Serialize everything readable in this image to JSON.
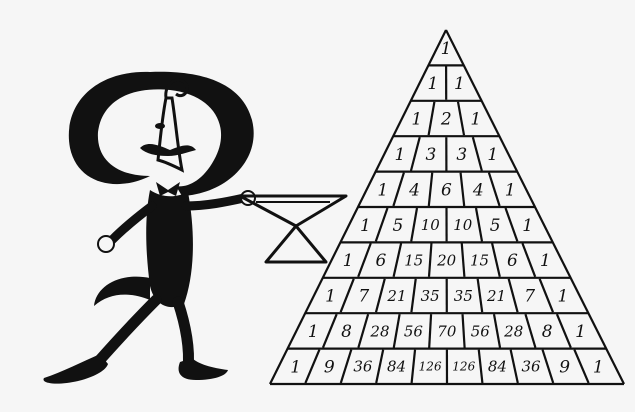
{
  "pascal_triangle": {
    "rows": [
      [
        "1"
      ],
      [
        "1",
        "1"
      ],
      [
        "1",
        "2",
        "1"
      ],
      [
        "1",
        "3",
        "3",
        "1"
      ],
      [
        "1",
        "4",
        "6",
        "4",
        "1"
      ],
      [
        "1",
        "5",
        "10",
        "10",
        "5",
        "1"
      ],
      [
        "1",
        "6",
        "15",
        "20",
        "15",
        "6",
        "1"
      ],
      [
        "1",
        "7",
        "21",
        "35",
        "35",
        "21",
        "7",
        "1"
      ],
      [
        "1",
        "8",
        "28",
        "56",
        "70",
        "56",
        "28",
        "8",
        "1"
      ],
      [
        "1",
        "9",
        "36",
        "84",
        "126",
        "126",
        "84",
        "36",
        "9",
        "1"
      ]
    ]
  },
  "colors": {
    "ink": "#111111",
    "paper": "#f6f6f6"
  },
  "illustration": {
    "figure_icon": "character-figure-icon",
    "glass_icon": "cocktail-glass-icon"
  }
}
